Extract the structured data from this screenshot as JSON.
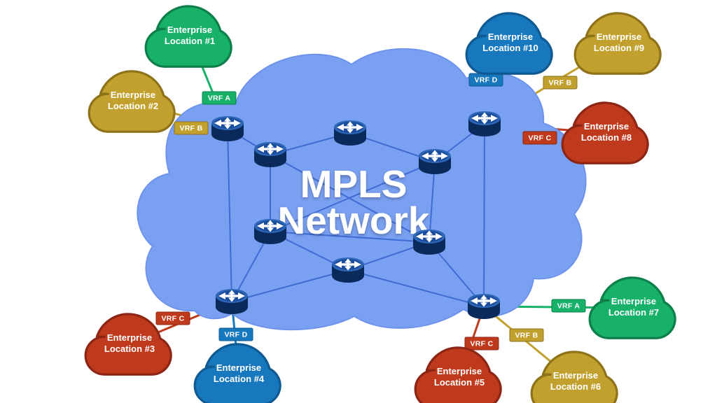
{
  "title": {
    "line1": "MPLS",
    "line2": "Network"
  },
  "colors": {
    "mpls_cloud_fill": "#7aa0f2",
    "mpls_cloud_stroke": "#6e93ec",
    "vrf_a": {
      "fill": "#17b169",
      "stroke": "#0d7f4b"
    },
    "vrf_b": {
      "fill": "#c2a02d",
      "stroke": "#8e721a"
    },
    "vrf_c": {
      "fill": "#bf3a1d",
      "stroke": "#8c2513"
    },
    "vrf_d": {
      "fill": "#1878bd",
      "stroke": "#0f5a92"
    }
  },
  "vrf_names": {
    "a": "VRF A",
    "b": "VRF B",
    "c": "VRF C",
    "d": "VRF D"
  },
  "locations": [
    {
      "line1": "Enterprise",
      "line2": "Location #1",
      "vrf": "VRF A"
    },
    {
      "line1": "Enterprise",
      "line2": "Location #2",
      "vrf": "VRF B"
    },
    {
      "line1": "Enterprise",
      "line2": "Location #3",
      "vrf": "VRF C"
    },
    {
      "line1": "Enterprise",
      "line2": "Location #4",
      "vrf": "VRF D"
    },
    {
      "line1": "Enterprise",
      "line2": "Location #5",
      "vrf": "VRF C"
    },
    {
      "line1": "Enterprise",
      "line2": "Location #6",
      "vrf": "VRF B"
    },
    {
      "line1": "Enterprise",
      "line2": "Location #7",
      "vrf": "VRF A"
    },
    {
      "line1": "Enterprise",
      "line2": "Location #8",
      "vrf": "VRF C"
    },
    {
      "line1": "Enterprise",
      "line2": "Location #9",
      "vrf": "VRF B"
    },
    {
      "line1": "Enterprise",
      "line2": "Location #10",
      "vrf": "VRF D"
    }
  ]
}
